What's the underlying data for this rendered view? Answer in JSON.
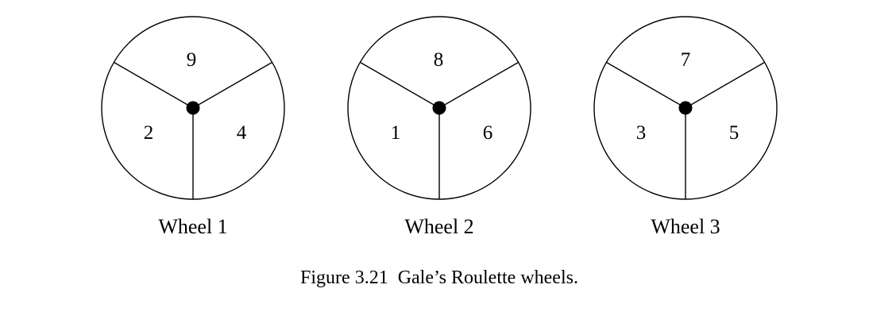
{
  "wheels": [
    {
      "label": "Wheel 1",
      "numbers": {
        "top": "9",
        "left": "2",
        "right": "4"
      }
    },
    {
      "label": "Wheel 2",
      "numbers": {
        "top": "8",
        "left": "1",
        "right": "6"
      }
    },
    {
      "label": "Wheel 3",
      "numbers": {
        "top": "7",
        "left": "3",
        "right": "5"
      }
    }
  ],
  "caption": "Figure 3.21  Gale’s Roulette wheels."
}
